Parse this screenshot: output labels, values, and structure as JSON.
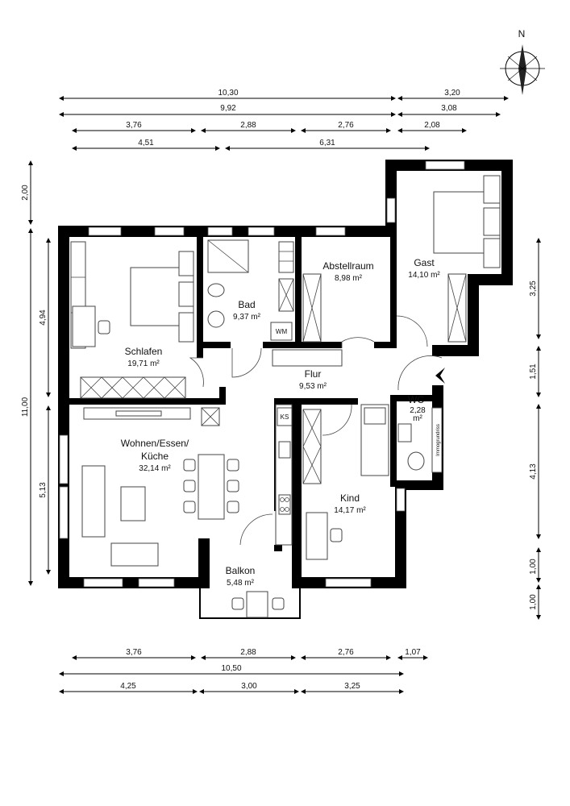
{
  "compass": {
    "label": "N"
  },
  "dimensions": {
    "top": [
      "10,30",
      "3,20",
      "9,92",
      "3,08",
      "3,76",
      "2,88",
      "2,76",
      "2,08",
      "4,51",
      "6,31"
    ],
    "bottom": [
      "3,76",
      "2,88",
      "2,76",
      "1,07",
      "10,50",
      "4,25",
      "3,00",
      "3,25"
    ],
    "left": [
      "2,00",
      "4,94",
      "11,00",
      "5,13"
    ],
    "right": [
      "3,25",
      "1,51",
      "4,13",
      "1,00",
      "1,00"
    ]
  },
  "rooms": {
    "schlafen": {
      "name": "Schlafen",
      "area": "19,71 m²"
    },
    "bad": {
      "name": "Bad",
      "area": "9,37 m²"
    },
    "abstellraum": {
      "name": "Abstellraum",
      "area": "8,98 m²"
    },
    "gast": {
      "name": "Gast",
      "area": "14,10 m²"
    },
    "flur": {
      "name": "Flur",
      "area": "9,53 m²"
    },
    "wc": {
      "name": "WC",
      "area_line1": "2,28",
      "area_line2": "m²"
    },
    "wohnen": {
      "name_line1": "Wohnen/Essen/",
      "name_line2": "Küche",
      "area": "32,14 m²"
    },
    "kind": {
      "name": "Kind",
      "area": "14,17 m²"
    },
    "balkon": {
      "name": "Balkon",
      "area": "5,48 m²"
    }
  },
  "labels": {
    "wm": "WM",
    "ks": "KS",
    "watermark": "Immogrundriss"
  }
}
